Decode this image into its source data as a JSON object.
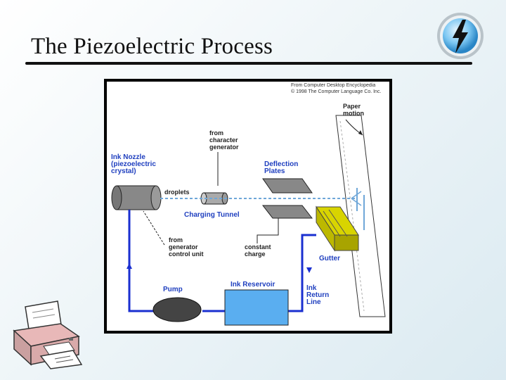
{
  "slide": {
    "title": "The Piezoelectric Process"
  },
  "diagram": {
    "credit_line1": "From Computer Desktop Encyclopedia",
    "credit_line2": "© 1998 The Computer Language Co. Inc.",
    "labels": {
      "paper_motion_1": "Paper",
      "paper_motion_2": "motion",
      "from_char_1": "from",
      "from_char_2": "character",
      "from_char_3": "generator",
      "ink_nozzle_1": "Ink Nozzle",
      "ink_nozzle_2": "(piezoelectric",
      "ink_nozzle_3": "crystal)",
      "deflection_1": "Deflection",
      "deflection_2": "Plates",
      "droplets": "droplets",
      "charging_tunnel": "Charging Tunnel",
      "from_gen_1": "from",
      "from_gen_2": "generator",
      "from_gen_3": "control unit",
      "constant_1": "constant",
      "constant_2": "charge",
      "gutter": "Gutter",
      "pump": "Pump",
      "ink_reservoir": "Ink Reservoir",
      "ink_return_1": "Ink",
      "ink_return_2": "Return",
      "ink_return_3": "Line"
    },
    "colors": {
      "label_blue": "#1f3fbf",
      "pipe_blue": "#1a2fd0",
      "reservoir": "#5aaef0",
      "gutter": "#c8c400",
      "background": "#ffffff",
      "frame": "#000000"
    }
  },
  "icons": {
    "logo": "lightning-bolt-icon",
    "printer": "printer-clipart-icon"
  }
}
